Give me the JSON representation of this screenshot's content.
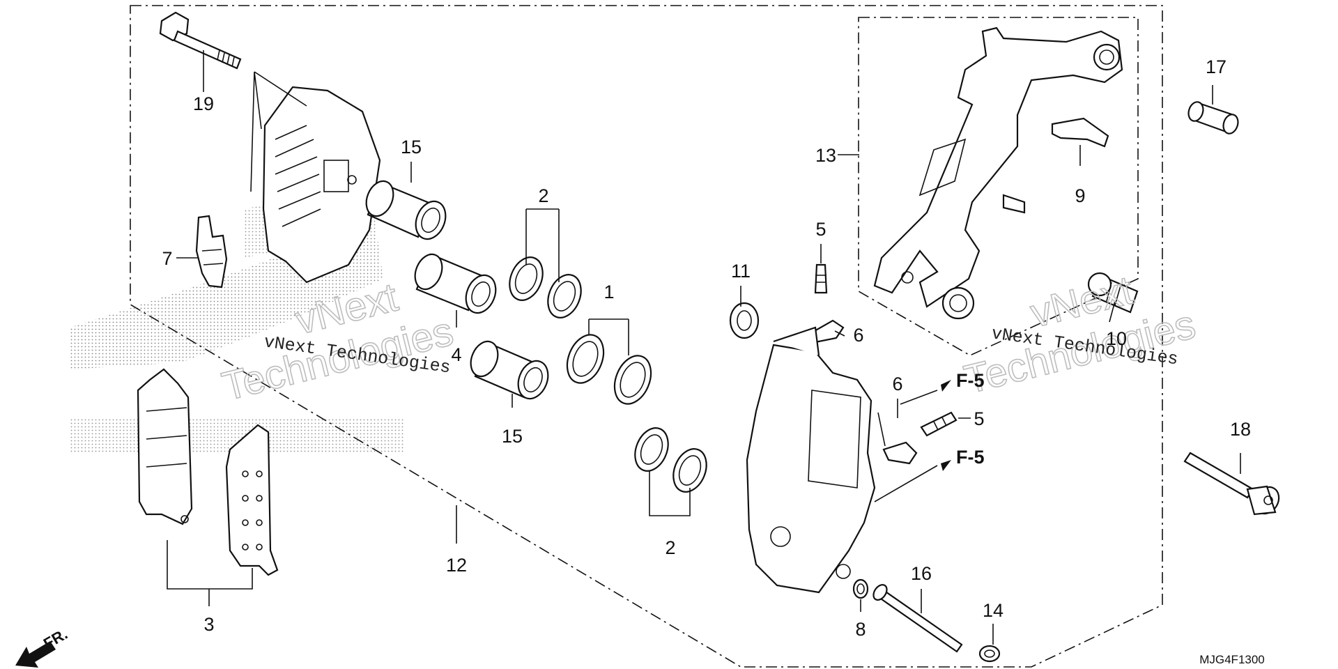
{
  "diagram": {
    "drawing_code": "MJG4F1300",
    "front_marker": "FR.",
    "watermark": {
      "line1": "vNext",
      "line2": "Technologies",
      "small": "vNext Technologies"
    },
    "callouts": {
      "c1": "1",
      "c2a": "2",
      "c2b": "2",
      "c3": "3",
      "c4": "4",
      "c5a": "5",
      "c5b": "5",
      "c6a": "6",
      "c6b": "6",
      "c7": "7",
      "c8": "8",
      "c9": "9",
      "c10": "10",
      "c11": "11",
      "c12": "12",
      "c13": "13",
      "c14": "14",
      "c15a": "15",
      "c15b": "15",
      "c16": "16",
      "c17": "17",
      "c18": "18",
      "c19": "19"
    },
    "section_refs": {
      "upper": "F-5",
      "lower": "F-5"
    }
  }
}
